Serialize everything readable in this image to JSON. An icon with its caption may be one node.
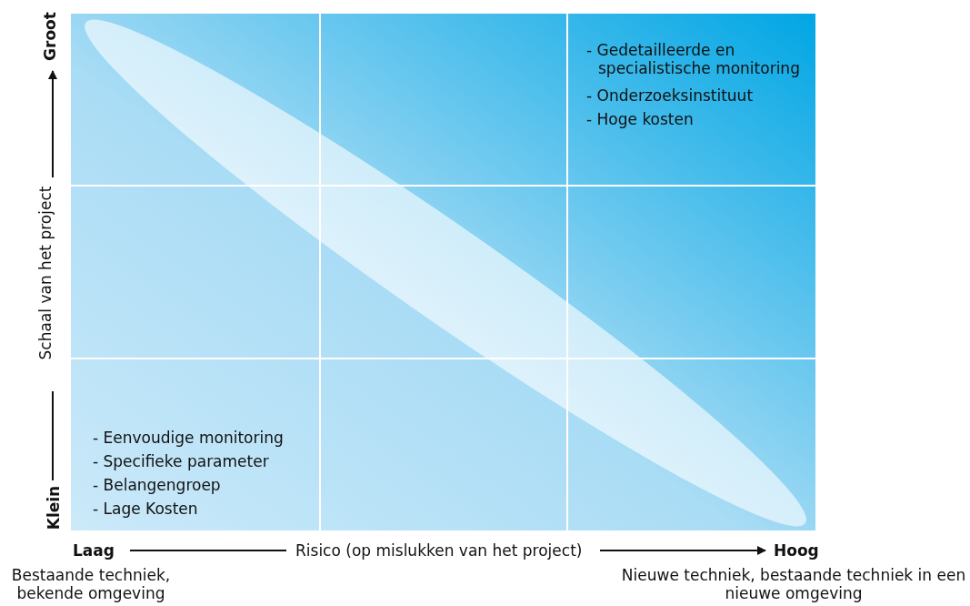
{
  "diagram": {
    "labels": [
      "Groot",
      "- Gedetailleerde en specialistische monitoring",
      "- Onderzoeksinstituut",
      "- Hoge kosten",
      "Schaal van het project",
      "- Eenvoudige monitoring",
      "- Specifieke parameter",
      "- Belangengroep",
      "- Lage Kosten",
      "Klein",
      "Laag",
      "Risico (op mislukken van het project)",
      "Hoog",
      "Bestaande techniek, bekende omgeving",
      "Nieuwe techniek, bestaande techniek in een nieuwe omgeving"
    ]
  }
}
